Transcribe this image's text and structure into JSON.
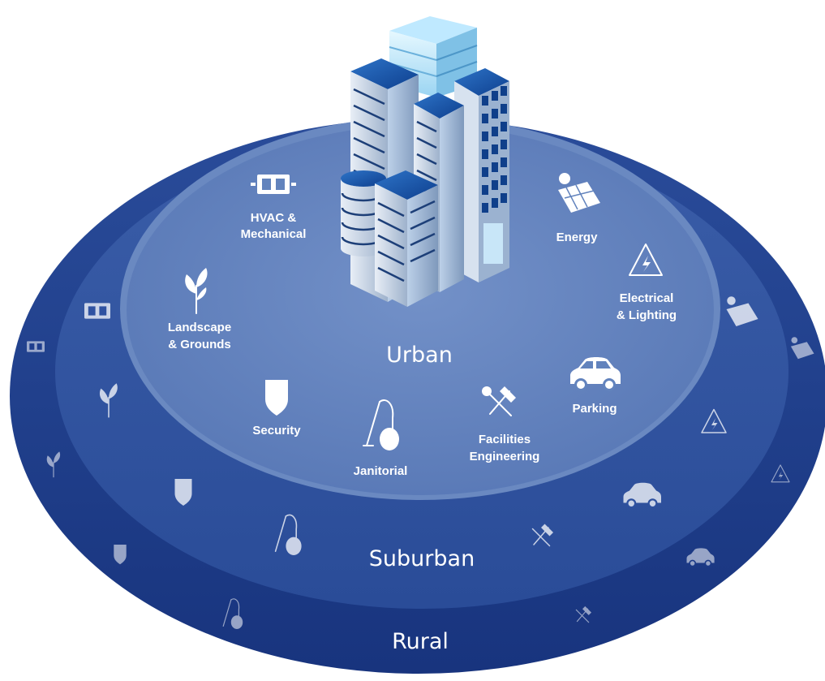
{
  "zones": {
    "urban": "Urban",
    "suburban": "Suburban",
    "rural": "Rural"
  },
  "services": {
    "hvac": [
      "HVAC &",
      "Mechanical"
    ],
    "energy": "Energy",
    "electrical": [
      "Electrical",
      "& Lighting"
    ],
    "landscape": [
      "Landscape",
      "& Grounds"
    ],
    "parking": "Parking",
    "security": "Security",
    "janitorial": "Janitorial",
    "facilities": [
      "Facilities",
      "Engineering"
    ]
  },
  "colors": {
    "rural": "#1e3d8c",
    "suburban": "#2f52a0",
    "urban": "#6283bd",
    "urban_rim": "#7c98c8",
    "icon": "#ffffff"
  },
  "icons": [
    "hvac-unit-icon",
    "solar-panel-icon",
    "electrical-hazard-icon",
    "plant-icon",
    "car-icon",
    "shield-icon",
    "vacuum-icon",
    "tools-icon",
    "office-buildings-icon"
  ]
}
